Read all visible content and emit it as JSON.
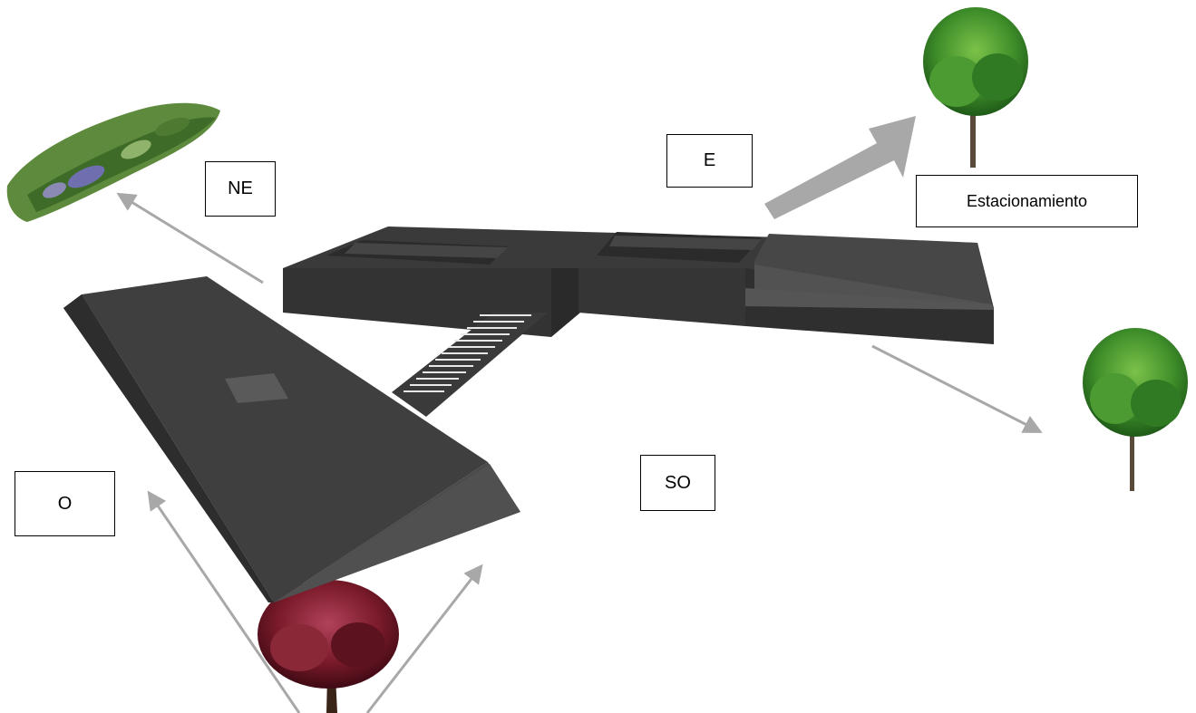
{
  "labels": {
    "ne": "NE",
    "e": "E",
    "estacionamiento": "Estacionamiento",
    "o": "O",
    "so": "SO"
  },
  "colors": {
    "background": "#ffffff",
    "building_top": "#3f3f3f",
    "building_side": "#2d2d2d",
    "building_edge": "#555555",
    "arrow": "#a8a8a8",
    "tree_green": "#3f8f2a",
    "tree_red": "#7a1a2a",
    "hedge_green": "#5d8a3c",
    "hedge_flower": "#6f6fb0",
    "trunk": "#5a4a3a"
  },
  "icons": {
    "tree_north_east": "green-tree-icon",
    "tree_east": "green-tree-icon",
    "tree_south": "red-tree-icon",
    "hedge": "flower-hedge-icon"
  }
}
